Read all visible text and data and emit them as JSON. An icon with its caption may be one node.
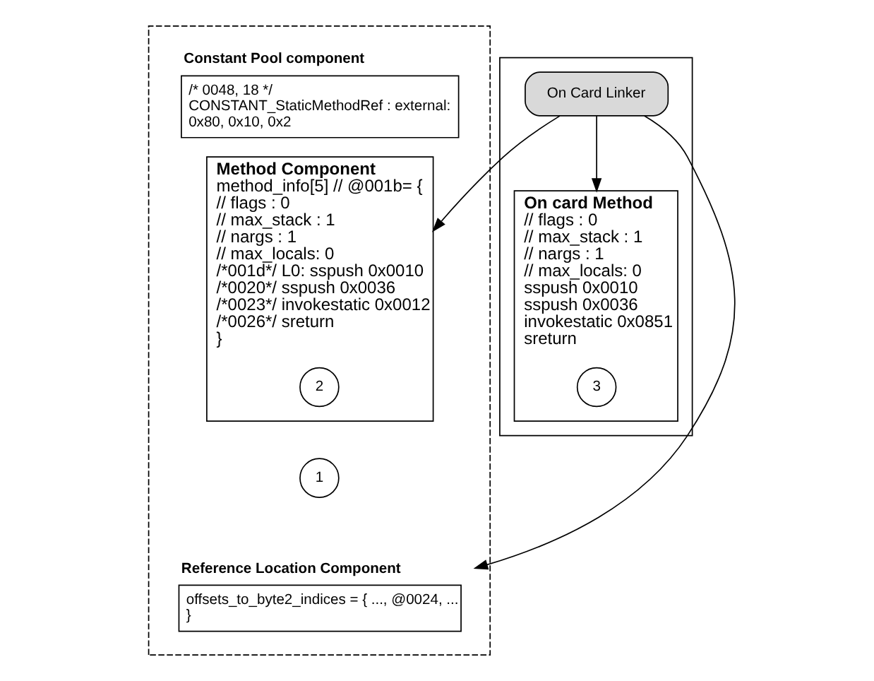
{
  "diagram": {
    "nodes": [
      {
        "text": [],
        "shape": "box"
      },
      {
        "text": [
          "Constant Pool component",
          "/* 0048, 18 */",
          "CONSTANT_StaticMethodRef : external:",
          "0x80, 0x10, 0x2"
        ],
        "in": 0
      },
      {
        "text": [
          "Method Component",
          "method_info[5] // @001b= {",
          "// flags : 0",
          "// max_stack : 1",
          "// nargs : 1",
          "// max_locals: 0",
          "/*001d*/ L0: sspush 0x0010",
          "/*0020*/ sspush 0x0036",
          "/*0023*/ invokestatic 0x0012",
          "/*0026*/ sreturn",
          "}"
        ],
        "in": 0
      },
      {
        "text": [
          "2"
        ],
        "in": 2
      },
      {
        "text": [
          "1"
        ],
        "in": 0
      },
      {
        "text": [
          "Reference Location Component",
          "offsets_to_byte2_indices = { ..., @0024, ...",
          "}"
        ],
        "in": 0
      },
      {
        "text": [],
        "shape": "box"
      },
      {
        "text": [
          "On Card Linker"
        ],
        "in": 6
      },
      {
        "text": [
          "On card Method",
          "// flags : 0",
          "// max_stack : 1",
          "// nargs : 1",
          "// max_locals: 0",
          "sspush 0x0010",
          "sspush 0x0036",
          "invokestatic 0x0851",
          "sreturn"
        ],
        "in": 6
      },
      {
        "text": [
          "3"
        ],
        "in": 8
      }
    ],
    "edges": [
      {
        "from": 7,
        "to": 2,
        "arrow": "to"
      },
      {
        "from": 7,
        "to": 5,
        "arrow": "to"
      },
      {
        "from": 7,
        "to": 8,
        "arrow": "to"
      }
    ]
  }
}
